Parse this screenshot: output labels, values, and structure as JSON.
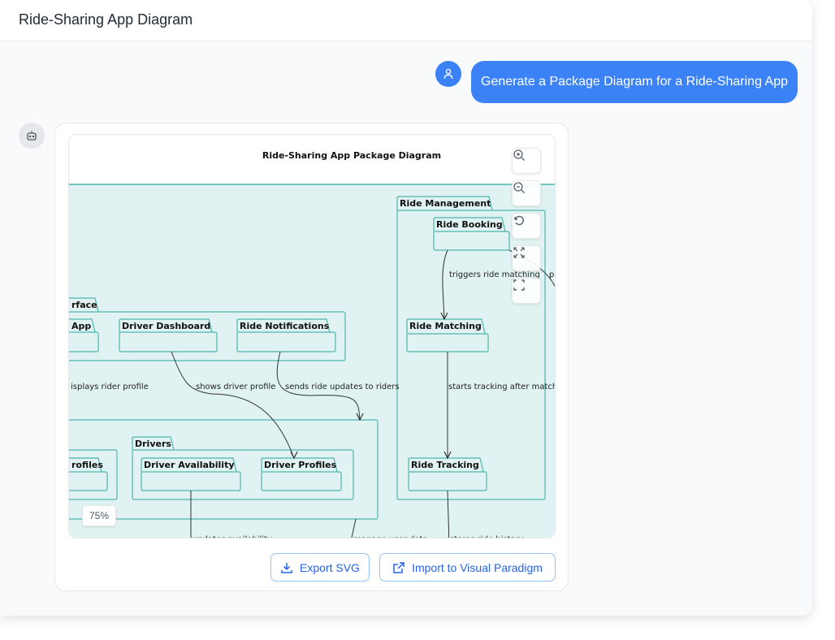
{
  "app": {
    "title": "Ride-Sharing App Diagram"
  },
  "chat": {
    "user_message": "Generate a Package Diagram for a Ride-Sharing App",
    "user_icon": "user-icon",
    "bot_icon": "bot-icon"
  },
  "diagram": {
    "title": "Ride-Sharing App Package Diagram",
    "fill_color": "#e0f2f1",
    "stroke_color": "#4db6ac",
    "packages": [
      "Ride Management",
      "Ride Booking",
      "Ride Matching",
      "Ride Tracking",
      "rface",
      "App",
      "Driver Dashboard",
      "Ride Notifications",
      "",
      "rofiles",
      "Drivers",
      "Driver Availability",
      "Driver Profiles"
    ],
    "edge_labels": [
      "triggers ride matching",
      "pr",
      "starts tracking after match",
      "isplays rider profile",
      "shows driver profile",
      "sends ride updates to riders",
      "updates availability",
      "manage user data",
      "stores ride history"
    ],
    "zoom_level": "75%",
    "controls": [
      "zoom-in-icon",
      "zoom-out-icon",
      "reset-icon",
      "fit-icon",
      "fullscreen-icon"
    ]
  },
  "actions": {
    "export_svg": "Export SVG",
    "import_vp": "Import to Visual Paradigm"
  },
  "colors": {
    "accent": "#3b82f6",
    "link": "#2563eb"
  }
}
